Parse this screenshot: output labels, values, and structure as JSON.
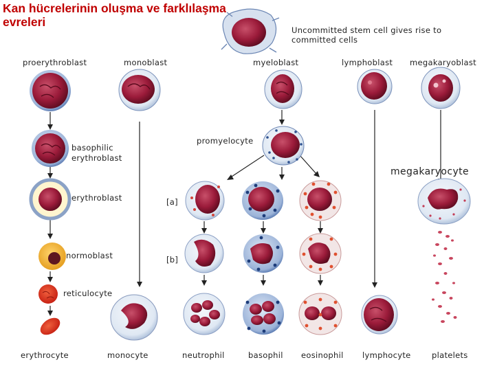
{
  "title": "Kan hücrelerinin oluşma ve farklılaşma evreleri",
  "intro": [
    "Uncommitted stem cell gives rise to",
    "committed cells"
  ],
  "labels": {
    "proerythroblast": "proerythroblast",
    "monoblast": "monoblast",
    "myeloblast": "myeloblast",
    "lymphoblast": "lymphoblast",
    "megakaryoblast": "megakaryoblast",
    "basophilic": [
      "basophilic",
      "erythroblast"
    ],
    "promyelocyte": "promyelocyte",
    "megakaryocyte": "megakaryocyte",
    "erythroblast": "erythroblast",
    "stage_a": "[a]",
    "stage_b": "[b]",
    "normoblast": "normoblast",
    "reticulocyte": "reticulocyte",
    "erythrocyte": "erythrocyte",
    "monocyte": "monocyte",
    "neutrophil": "neutrophil",
    "basophil": "basophil",
    "eosinophil": "eosinophil",
    "lymphocyte": "lymphocyte",
    "platelets": "platelets"
  },
  "colors": {
    "title": "#c00000",
    "nucleus": "#9b1b3a",
    "nucleus_dark": "#6e0f26",
    "cytoplasm": "#e6eef7",
    "cyto_border": "#5a78a8",
    "granule_blue": "#2d4f8e",
    "granule_red": "#d2453a",
    "rbc": "#e0291b"
  }
}
